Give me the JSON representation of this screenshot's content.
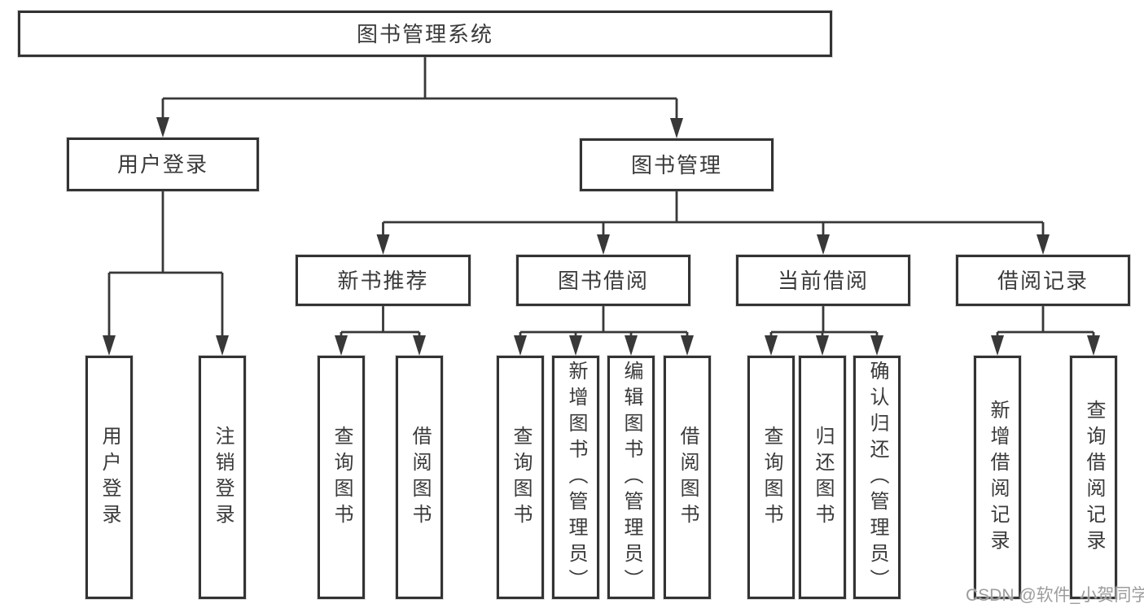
{
  "watermark": "CSDN @软件_小贺同学",
  "colors": {
    "line": "#383838",
    "box_border": "#333333",
    "text": "#3a3a3a",
    "watermark": "#9c9c9c",
    "background": "#ffffff"
  },
  "tree": {
    "id": "root",
    "label": "图书管理系统",
    "children": [
      {
        "id": "user-login",
        "label": "用户登录",
        "children": [
          {
            "id": "leaf-user-login",
            "label": "用户登录"
          },
          {
            "id": "leaf-logout",
            "label": "注销登录"
          }
        ]
      },
      {
        "id": "book-mgmt",
        "label": "图书管理",
        "children": [
          {
            "id": "new-book-rec",
            "label": "新书推荐",
            "children": [
              {
                "id": "nbr-query",
                "label": "查询图书"
              },
              {
                "id": "nbr-borrow",
                "label": "借阅图书"
              }
            ]
          },
          {
            "id": "book-borrow",
            "label": "图书借阅",
            "children": [
              {
                "id": "bb-query",
                "label": "查询图书"
              },
              {
                "id": "bb-add",
                "label": "新增图书（管理员）"
              },
              {
                "id": "bb-edit",
                "label": "编辑图书（管理员）"
              },
              {
                "id": "bb-borrow",
                "label": "借阅图书"
              }
            ]
          },
          {
            "id": "current-borrow",
            "label": "当前借阅",
            "children": [
              {
                "id": "cb-query",
                "label": "查询图书"
              },
              {
                "id": "cb-return",
                "label": "归还图书"
              },
              {
                "id": "cb-confirm",
                "label": "确认归还（管理员）"
              }
            ]
          },
          {
            "id": "borrow-records",
            "label": "借阅记录",
            "children": [
              {
                "id": "br-add",
                "label": "新增借阅记录"
              },
              {
                "id": "br-query",
                "label": "查询借阅记录"
              }
            ]
          }
        ]
      }
    ]
  }
}
